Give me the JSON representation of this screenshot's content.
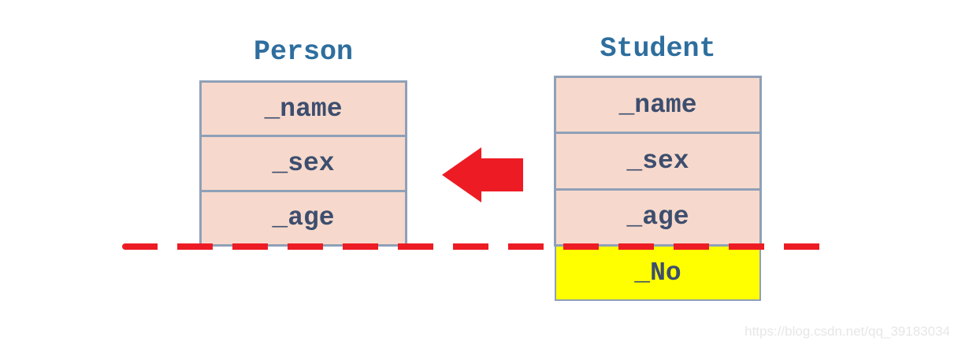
{
  "diagram": {
    "person": {
      "title": "Person",
      "fields": [
        "_name",
        "_sex",
        "_age"
      ]
    },
    "student": {
      "title": "Student",
      "fields": [
        "_name",
        "_sex",
        "_age"
      ],
      "sliced_field": "_No"
    }
  },
  "watermark": "https://blog.csdn.net/qq_39183034",
  "colors": {
    "title-blue": "#2e6e9e",
    "field-navy": "#3d4e6e",
    "box-fill": "#f6d9cc",
    "box-border": "#8fa0b8",
    "highlight-yellow": "#ffff00",
    "slice-red": "#ed1c24",
    "watermark-gray": "#e7e7e7"
  }
}
